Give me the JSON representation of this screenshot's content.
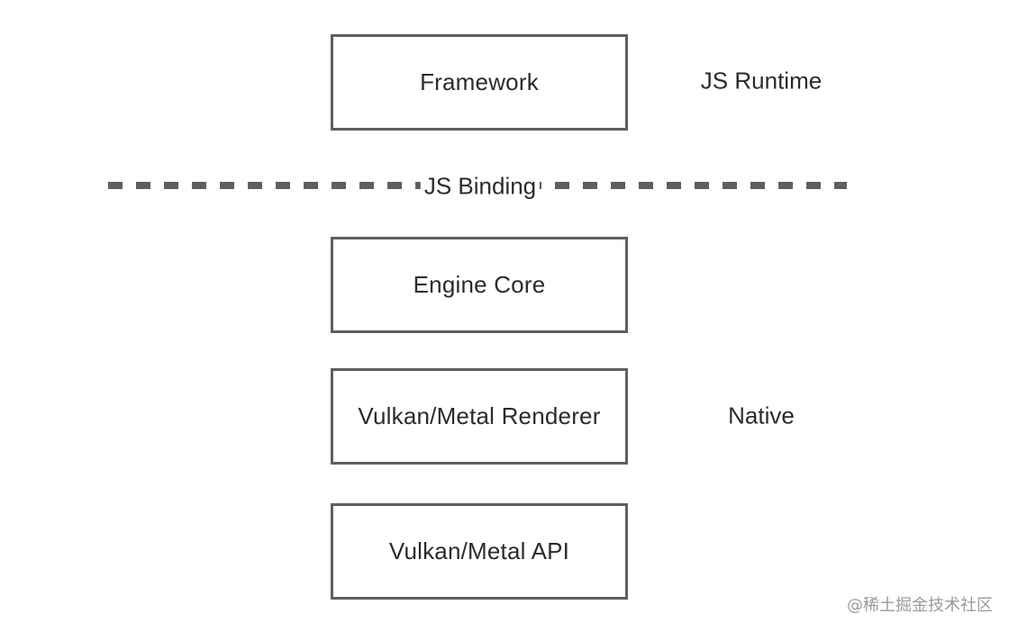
{
  "diagram": {
    "layers": [
      {
        "id": "framework",
        "label": "Framework"
      },
      {
        "id": "engine",
        "label": "Engine Core"
      },
      {
        "id": "renderer",
        "label": "Vulkan/Metal Renderer"
      },
      {
        "id": "api",
        "label": "Vulkan/Metal API"
      }
    ],
    "groups": {
      "js_runtime": "JS Runtime",
      "native": "Native"
    },
    "separator_label": "JS Binding",
    "watermark": "@稀土掘金技术社区"
  }
}
